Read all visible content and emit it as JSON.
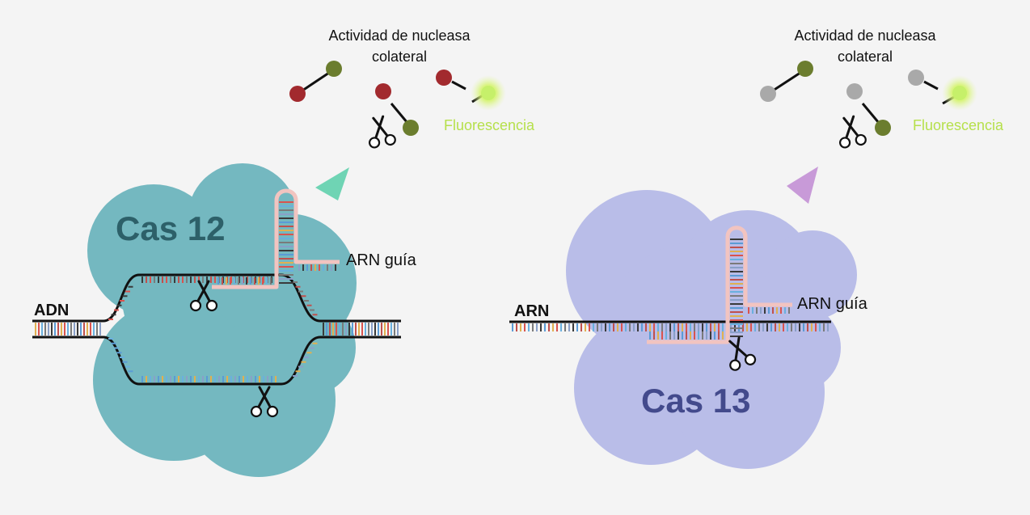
{
  "panels": {
    "cas12": {
      "protein_label": "Cas 12",
      "nucleic_acid_label": "ADN",
      "guide_label": "ARN guía",
      "collateral_title_line1": "Actividad de nucleasa",
      "collateral_title_line2": "colateral",
      "fluorescence_label": "Fluorescencia",
      "protein_color": "#74b8c0",
      "label_color": "#2d6069",
      "trigger_color": "#6fd4b4",
      "reporter_dye_color": "#a22a2e"
    },
    "cas13": {
      "protein_label": "Cas 13",
      "nucleic_acid_label": "ARN",
      "guide_label": "ARN guía",
      "collateral_title_line1": "Actividad de nucleasa",
      "collateral_title_line2": "colateral",
      "fluorescence_label": "Fluorescencia",
      "protein_color": "#b9bde8",
      "label_color": "#434a8c",
      "trigger_color": "#c89ad8",
      "reporter_dye_color": "#a9a9a9"
    }
  },
  "colors": {
    "quencher": "#6b7d2e",
    "fluorescence_glow": "#c6f06a",
    "fluorescence_text": "#b6e04c",
    "guide_rna": "#f2c4c0",
    "strand": "#111111"
  }
}
